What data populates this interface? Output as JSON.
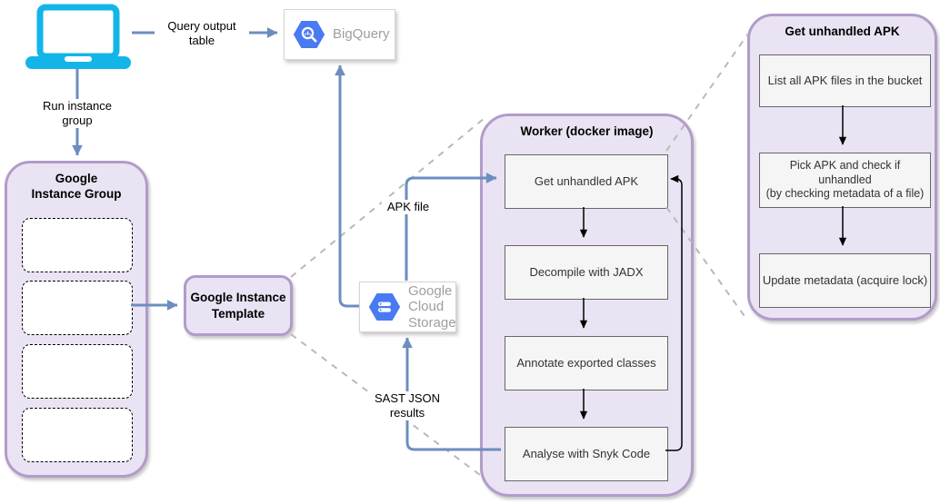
{
  "diagram": {
    "edge_labels": {
      "query_output": "Query output\ntable",
      "run_instance_group": "Run instance\ngroup",
      "apk_file": "APK file",
      "sast_json_results": "SAST JSON\nresults"
    },
    "bigquery": {
      "label": "BigQuery"
    },
    "cloud_storage": {
      "label": "Google\nCloud\nStorage"
    },
    "instance_group": {
      "title": "Google\nInstance Group"
    },
    "instance_template": {
      "title": "Google Instance\nTemplate"
    },
    "worker": {
      "title": "Worker (docker image)",
      "steps": [
        "Get unhandled APK",
        "Decompile with JADX",
        "Annotate exported classes",
        "Analyse with Snyk Code"
      ]
    },
    "detail": {
      "title": "Get unhandled APK",
      "steps": [
        "List all APK files in the bucket",
        "Pick APK and check if\nunhandled\n(by checking metadata of a file)",
        "Update metadata (acquire lock)"
      ]
    },
    "colors": {
      "flow_blue": "#6c8ebf",
      "container_fill": "#eae3f3",
      "container_border": "#b19cc9",
      "laptop_cyan": "#13b5e9",
      "gcp_icon_blue": "#4a7af2",
      "service_text_gray": "#9e9e9e",
      "dashed_connector_gray": "#b9b9b9",
      "step_fill": "#f5f5f5"
    }
  }
}
